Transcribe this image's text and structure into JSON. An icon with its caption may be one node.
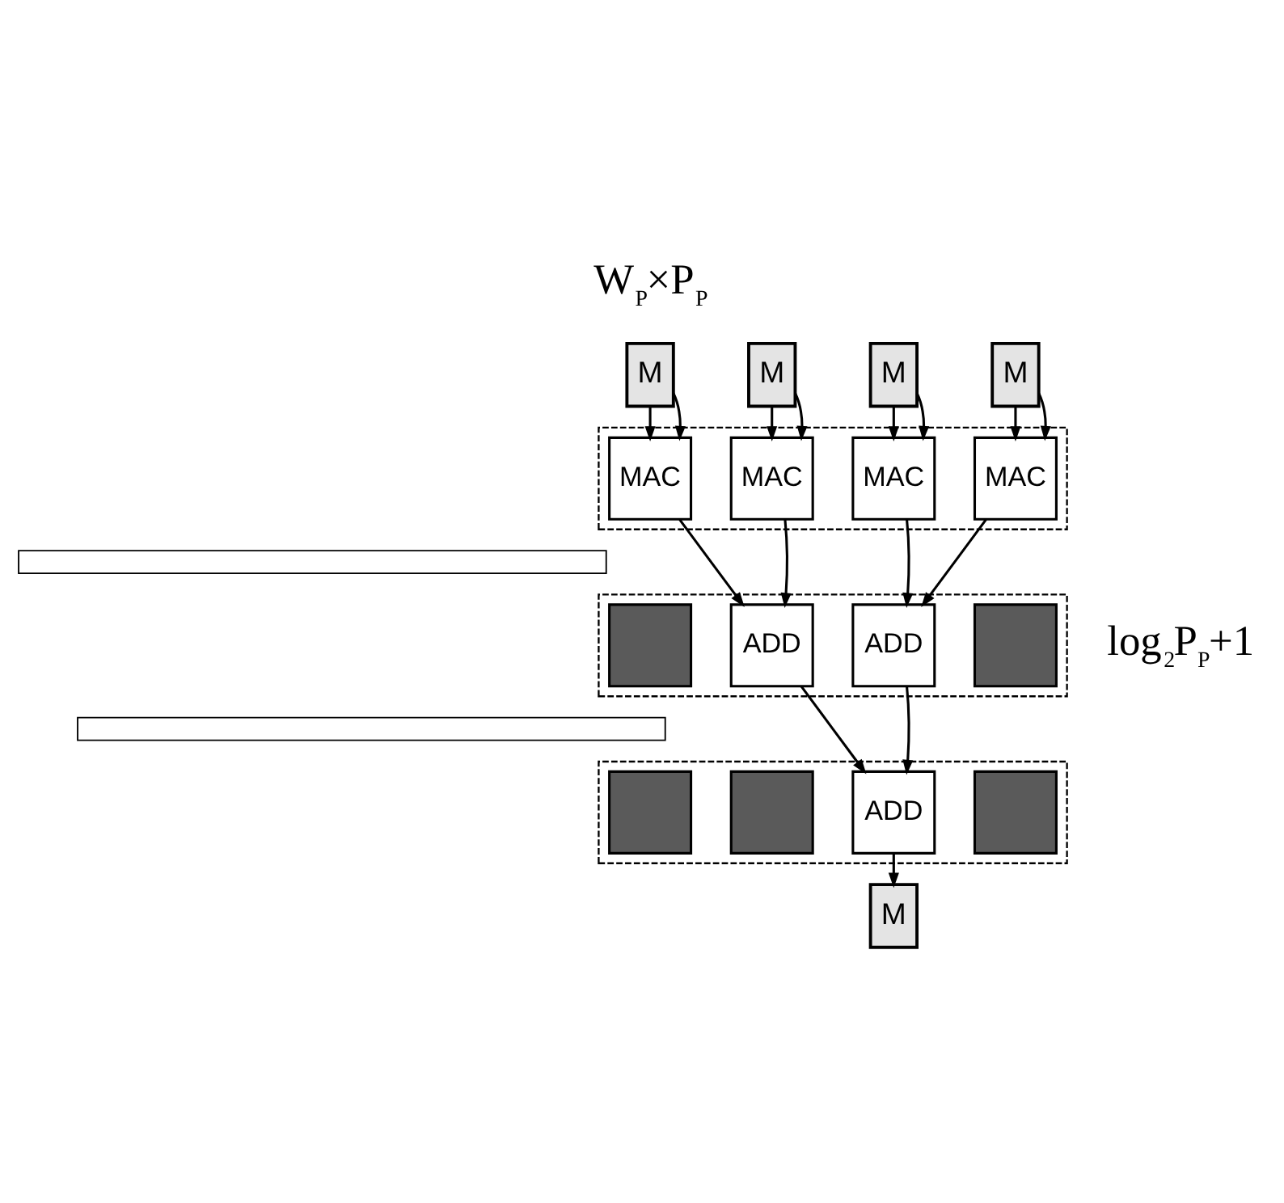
{
  "diagram": {
    "nodes": [
      {
        "text": [
          "M"
        ]
      },
      {
        "text": [
          "M"
        ]
      },
      {
        "text": [
          "M"
        ]
      },
      {
        "text": [
          "M"
        ]
      },
      {
        "text": [],
        "shape": "box"
      },
      {
        "text": [
          "MAC"
        ],
        "in": 4
      },
      {
        "text": [
          "MAC"
        ],
        "in": 4
      },
      {
        "text": [
          "MAC"
        ],
        "in": 4
      },
      {
        "text": [
          "MAC"
        ],
        "in": 4
      },
      {
        "text": [],
        "shape": "bar"
      },
      {
        "text": [],
        "shape": "box"
      },
      {
        "text": [],
        "shape": "box",
        "in": 10
      },
      {
        "text": [
          "ADD"
        ],
        "in": 10
      },
      {
        "text": [
          "ADD"
        ],
        "in": 10
      },
      {
        "text": [],
        "shape": "box",
        "in": 10
      },
      {
        "text": [],
        "shape": "bar"
      },
      {
        "text": [],
        "shape": "box"
      },
      {
        "text": [],
        "shape": "box",
        "in": 16
      },
      {
        "text": [],
        "shape": "box",
        "in": 16
      },
      {
        "text": [
          "ADD"
        ],
        "in": 16
      },
      {
        "text": [],
        "shape": "box",
        "in": 16
      },
      {
        "text": [
          "M"
        ]
      }
    ],
    "edges": [
      {
        "from": 0,
        "to": 5,
        "arrow": "to"
      },
      {
        "from": 0,
        "to": 5,
        "arrow": "to"
      },
      {
        "from": 1,
        "to": 6,
        "arrow": "to"
      },
      {
        "from": 1,
        "to": 6,
        "arrow": "to"
      },
      {
        "from": 2,
        "to": 7,
        "arrow": "to"
      },
      {
        "from": 2,
        "to": 7,
        "arrow": "to"
      },
      {
        "from": 3,
        "to": 8,
        "arrow": "to"
      },
      {
        "from": 3,
        "to": 8,
        "arrow": "to"
      },
      {
        "from": 5,
        "to": 12,
        "arrow": "to"
      },
      {
        "from": 6,
        "to": 12,
        "arrow": "to"
      },
      {
        "from": 7,
        "to": 13,
        "arrow": "to"
      },
      {
        "from": 8,
        "to": 13,
        "arrow": "to"
      },
      {
        "from": 12,
        "to": 19,
        "arrow": "to"
      },
      {
        "from": 13,
        "to": 19,
        "arrow": "to"
      },
      {
        "from": 19,
        "to": 21,
        "arrow": "to"
      }
    ],
    "labels": [
      "W$_{P}$×P$_{P}$",
      "log$_{2}$P$_{P}$+1"
    ]
  }
}
